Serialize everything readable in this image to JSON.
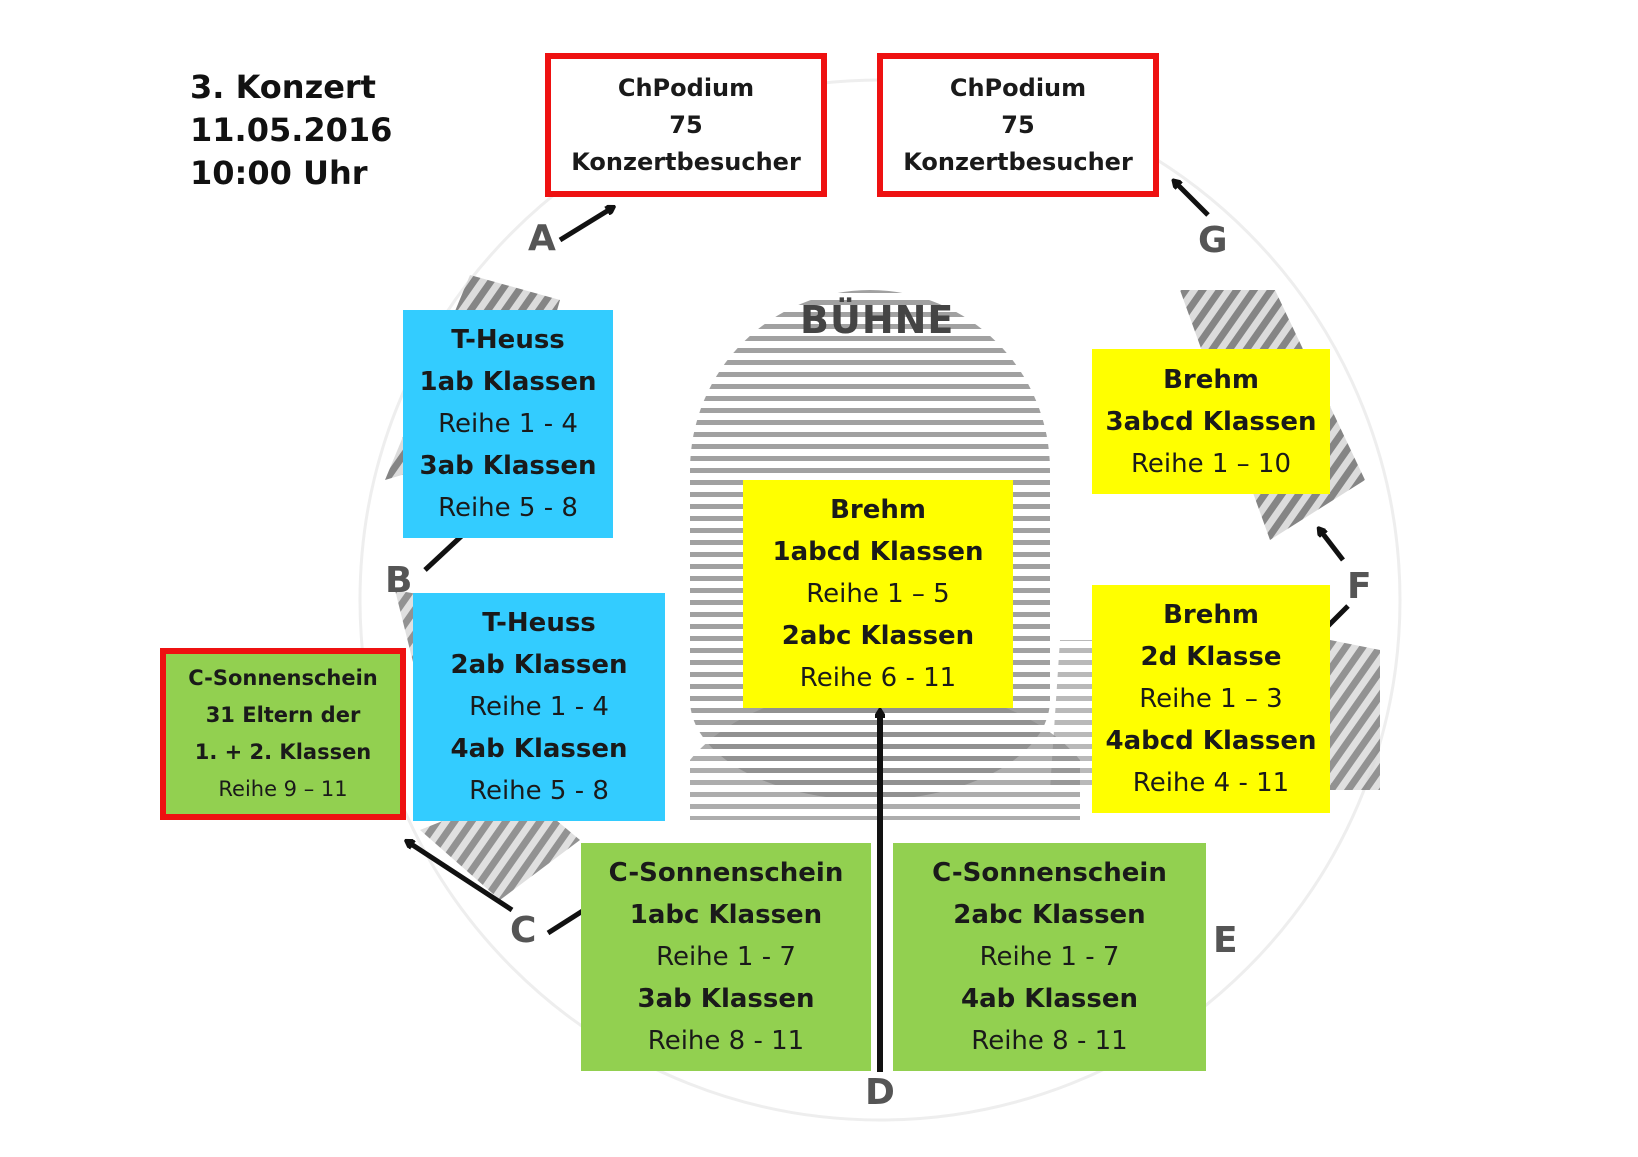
{
  "header": {
    "concert": "3. Konzert",
    "date": "11.05.2016",
    "time": "10:00 Uhr"
  },
  "stage_label": "BÜHNE",
  "entrances": [
    "A",
    "B",
    "C",
    "D",
    "E",
    "F",
    "G"
  ],
  "colors": {
    "t_heuss": "#33ccff",
    "brehm": "#ffff00",
    "c_sonnenschein": "#92d050",
    "highlight_border": "#ee1111",
    "arrow": "#111111"
  },
  "boxes": {
    "chpodium_left": [
      "ChPodium",
      "75",
      "Konzertbesucher"
    ],
    "chpodium_right": [
      "ChPodium",
      "75",
      "Konzertbesucher"
    ],
    "theuss_top": [
      "T-Heuss",
      "1ab Klassen",
      "Reihe 1 - 4",
      "3ab Klassen",
      "Reihe 5 - 8"
    ],
    "theuss_bottom": [
      "T-Heuss",
      "2ab Klassen",
      "Reihe 1 - 4",
      "4ab Klassen",
      "Reihe 5 - 8"
    ],
    "csonnenschein_parents": [
      "C-Sonnenschein",
      "31 Eltern der",
      "1. + 2. Klassen",
      "Reihe 9 – 11"
    ],
    "brehm_center": [
      "Brehm",
      "1abcd Klassen",
      "Reihe 1 – 5",
      "2abc Klassen",
      "Reihe 6 - 11"
    ],
    "brehm_right_top": [
      "Brehm",
      "3abcd Klassen",
      "Reihe 1 – 10"
    ],
    "brehm_right_bottom": [
      "Brehm",
      "2d Klasse",
      "Reihe 1 – 3",
      "4abcd Klassen",
      "Reihe 4 - 11"
    ],
    "csonnenschein_left": [
      "C-Sonnenschein",
      "1abc Klassen",
      "Reihe 1 - 7",
      "3ab Klassen",
      "Reihe 8 - 11"
    ],
    "csonnenschein_right": [
      "C-Sonnenschein",
      "2abc Klassen",
      "Reihe 1 - 7",
      "4ab Klassen",
      "Reihe 8 - 11"
    ]
  }
}
